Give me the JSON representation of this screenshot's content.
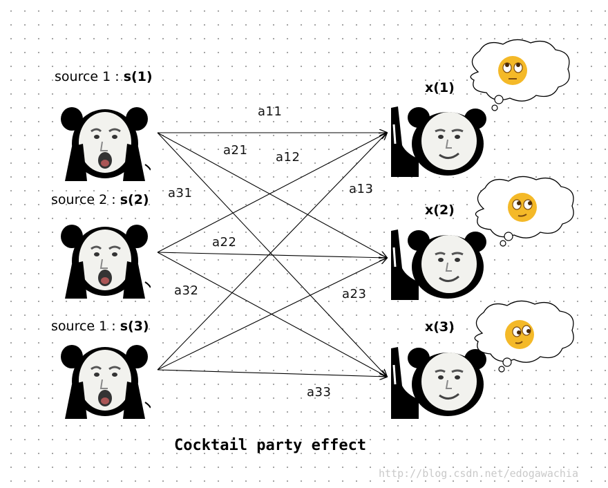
{
  "sources": [
    {
      "prefix": "source 1 :",
      "symbol": "s(1)"
    },
    {
      "prefix": "source 2 :",
      "symbol": "s(2)"
    },
    {
      "prefix": "source 1 :",
      "symbol": "s(3)"
    }
  ],
  "mixtures": [
    "x(1)",
    "x(2)",
    "x(3)"
  ],
  "coefficients": {
    "a11": "a11",
    "a12": "a12",
    "a13": "a13",
    "a21": "a21",
    "a22": "a22",
    "a23": "a23",
    "a31": "a31",
    "a32": "a32",
    "a33": "a33"
  },
  "caption": "Cocktail party effect",
  "watermark": "http://blog.csdn.net/edogawachia",
  "icons": {
    "source_face": "shouting-panda-face-icon",
    "listener_face": "smiling-panda-face-icon",
    "thought_emoji": "rolling-eyes-emoji-icon"
  },
  "colors": {
    "line": "#000000",
    "face_fill": "#f2f2ee",
    "emoji": "#f4b928"
  }
}
